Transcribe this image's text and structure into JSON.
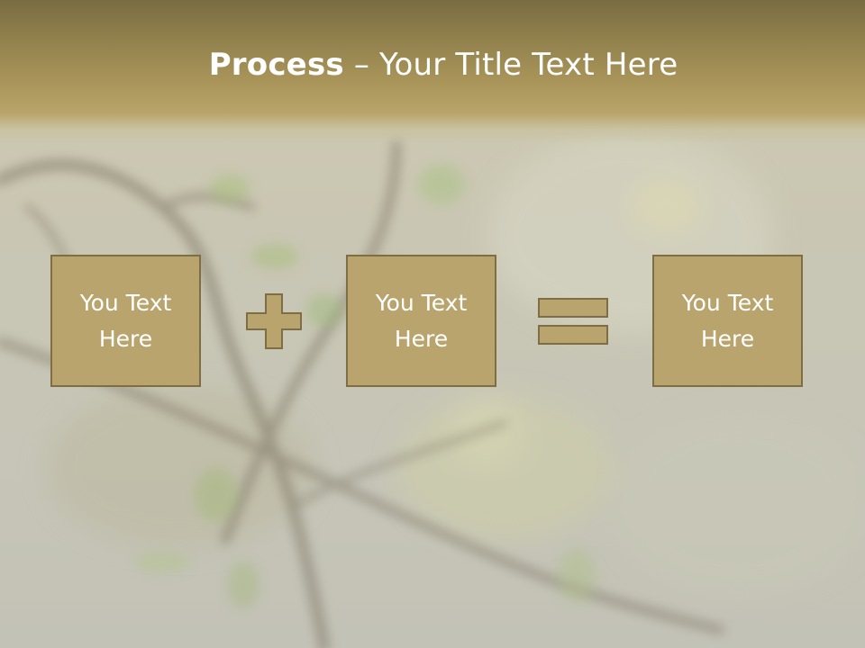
{
  "slide": {
    "title_bold": "Process",
    "title_rest": " – Your Title Text Here",
    "boxes": [
      {
        "label": "You Text Here"
      },
      {
        "label": "You Text Here"
      },
      {
        "label": "You Text Here"
      }
    ],
    "operators": [
      "plus-icon",
      "equals-icon"
    ]
  },
  "colors": {
    "title_band": "#a89459",
    "box_fill": "#b8a46c",
    "box_border": "#7f6e43",
    "text": "#ffffff"
  }
}
